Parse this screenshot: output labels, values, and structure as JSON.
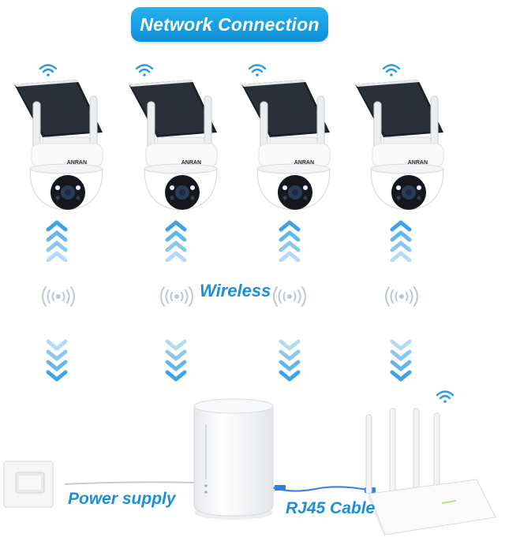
{
  "header": {
    "title": "Network Connection"
  },
  "labels": {
    "wireless": "Wireless",
    "power_supply": "Power supply",
    "rj45_cable": "RJ45 Cable"
  },
  "cameras": [
    {
      "brand": "ANRAN"
    },
    {
      "brand": "ANRAN"
    },
    {
      "brand": "ANRAN"
    },
    {
      "brand": "ANRAN"
    }
  ],
  "colors": {
    "accent": "#1b8fd8",
    "arrow": "#6fb9ee",
    "pill": "#0e8fd8"
  }
}
